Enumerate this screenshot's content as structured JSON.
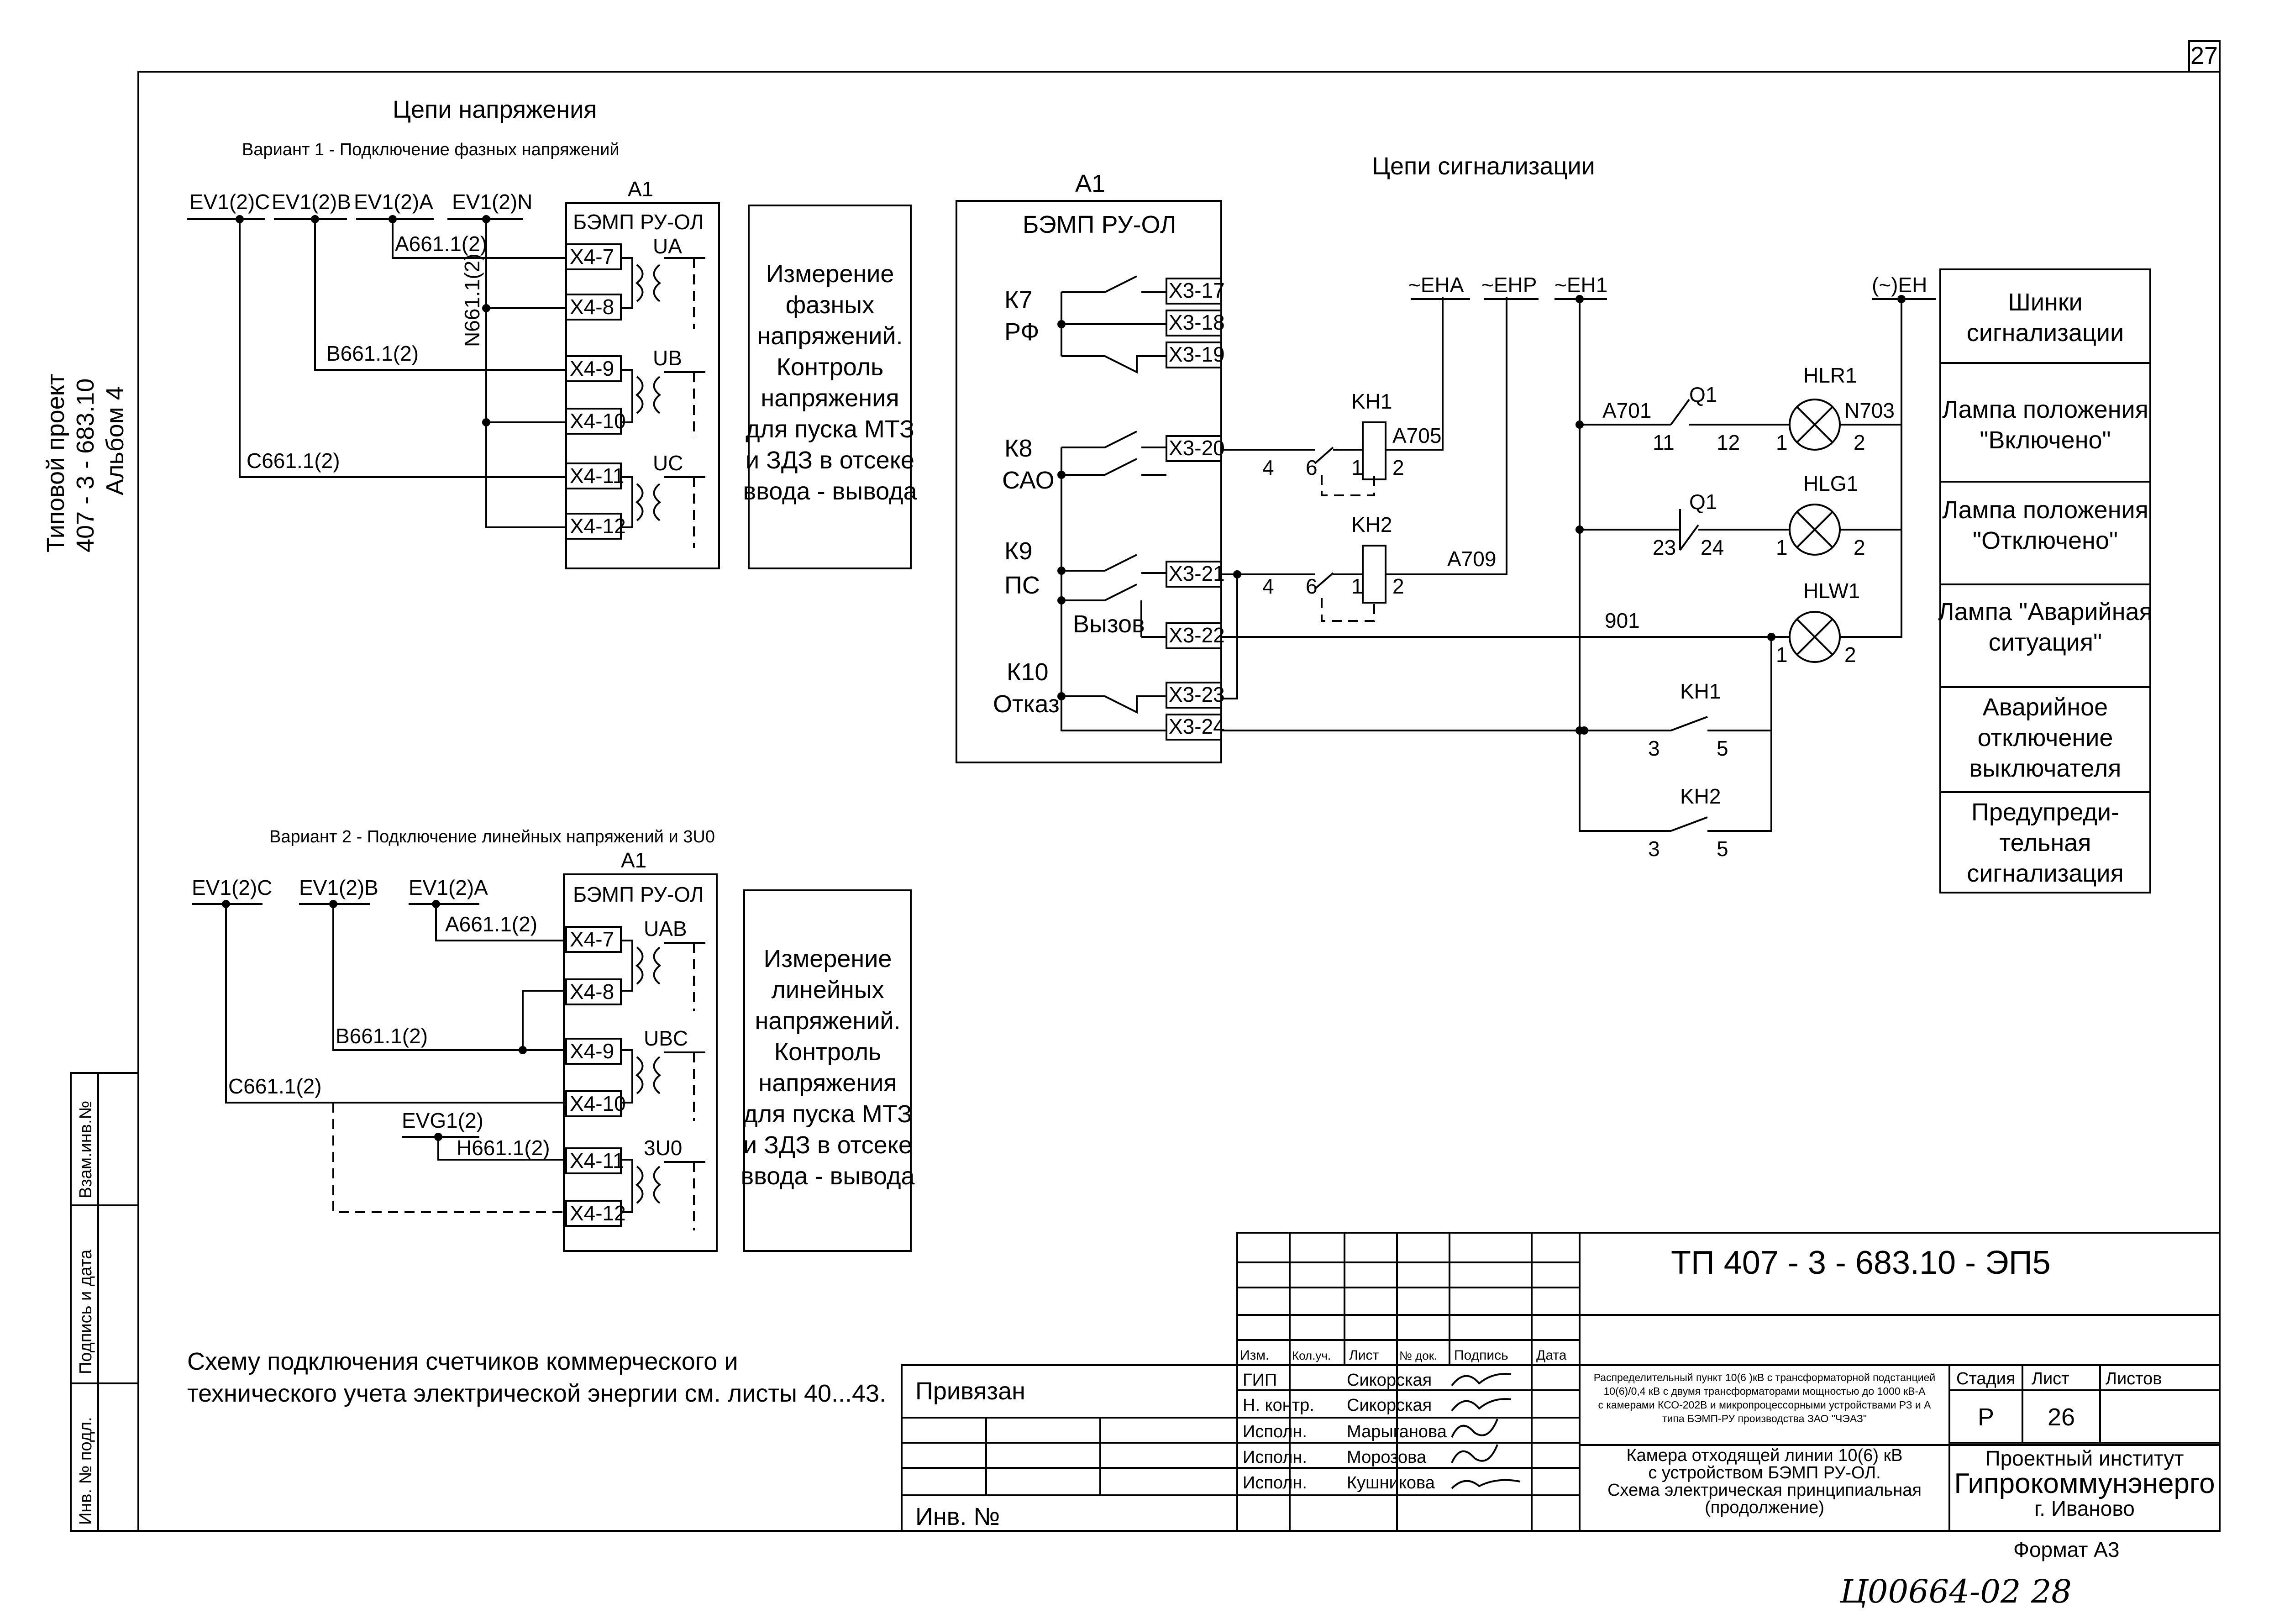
{
  "sheet_number": "27",
  "side": {
    "title_line1": "Типовой проект",
    "title_line2": "407 - 3 - 683.10",
    "title_line3": "Альбом  4",
    "stamp_vzam": "Взам.инв.№",
    "stamp_podp": "Подпись и дата",
    "stamp_inv": "Инв. № подл."
  },
  "voltage": {
    "title": "Цепи напряжения",
    "variant1": "Вариант 1 - Подключение фазных напряжений",
    "variant2": "Вариант 2 - Подключение линейных напряжений и 3U0",
    "bus_c": "EV1(2)C",
    "bus_b": "EV1(2)B",
    "bus_a": "EV1(2)A",
    "bus_n": "EV1(2)N",
    "wire_a": "A661.1(2)",
    "wire_b": "B661.1(2)",
    "wire_c": "C661.1(2)",
    "wire_n": "N661.1(2)",
    "wire_h": "H661.1(2)",
    "bus_evg": "EVG1(2)",
    "device": "A1",
    "device_name": "БЭМП РУ-ОЛ",
    "x47": "X4-7",
    "x48": "X4-8",
    "x49": "X4-9",
    "x410": "X4-10",
    "x411": "X4-11",
    "x412": "X4-12",
    "ua": "UA",
    "ub": "UB",
    "uc": "UC",
    "uab": "UAB",
    "ubc": "UBC",
    "u0": "3U0",
    "note1": [
      "Измерение",
      "фазных",
      "напряжений.",
      "Контроль",
      "напряжения",
      "для пуска МТЗ",
      "и ЗДЗ в отсеке",
      "ввода - вывода"
    ],
    "note2": [
      "Измерение",
      "линейных",
      "напряжений.",
      "Контроль",
      "напряжения",
      "для пуска МТЗ",
      "и ЗДЗ в отсеке",
      "ввода - вывода"
    ]
  },
  "signal": {
    "title": "Цепи сигнализации",
    "device": "A1",
    "device_name": "БЭМП РУ-ОЛ",
    "k7": "К7",
    "rf": "РФ",
    "k8": "К8",
    "sao": "САО",
    "k9": "К9",
    "ps": "ПС",
    "vyzov": "Вызов",
    "k10": "К10",
    "otkaz": "Отказ",
    "x317": "X3-17",
    "x318": "X3-18",
    "x319": "X3-19",
    "x320": "X3-20",
    "x321": "X3-21",
    "x322": "X3-22",
    "x323": "X3-23",
    "x324": "X3-24",
    "bus_eha": "~EHA",
    "bus_ehp": "~EHP",
    "bus_eh1": "~EH1",
    "bus_eh": "(~)EH",
    "kh1": "KH1",
    "kh2": "KH2",
    "a705": "A705",
    "a709": "A709",
    "a701": "A701",
    "q1": "Q1",
    "n703": "N703",
    "w901": "901",
    "hlr1": "HLR1",
    "hlg1": "HLG1",
    "hlw1": "HLW1",
    "n1": "1",
    "n2": "2",
    "n3": "3",
    "n4": "4",
    "n5": "5",
    "n6": "6",
    "n11": "11",
    "n12": "12",
    "n23": "23",
    "n24": "24"
  },
  "buses_table": [
    [
      "Шинки",
      "сигнализации"
    ],
    [
      "Лампа положения",
      "\"Включено\""
    ],
    [
      "Лампа положения",
      "\"Отключено\""
    ],
    [
      "Лампа \"Аварийная",
      "ситуация\""
    ],
    [
      "Аварийное",
      "отключение",
      "выключателя"
    ],
    [
      "Предупреди-",
      "тельная",
      "сигнализация"
    ]
  ],
  "footnote": [
    "Схему подключения счетчиков коммерческого и",
    "технического учета электрической энергии см. листы 40...43."
  ],
  "title_block": {
    "code": "ТП  407 - 3 - 683.10 - ЭП5",
    "privyazan": "Привязан",
    "inv": "Инв. №",
    "hdr": [
      "Изм.",
      "Кол.уч.",
      "Лист",
      "№ док.",
      "Подпись",
      "Дата"
    ],
    "roles": [
      "ГИП",
      "Н. контр.",
      "Исполн.",
      "Исполн.",
      "Исполн."
    ],
    "names": [
      "Сикорская",
      "Сикорская",
      "Марыганова",
      "Морозова",
      "Кушникова"
    ],
    "desc": [
      "Распределительный пункт 10(6 )кВ с трансформаторной подстанцией",
      "10(6)/0,4 кВ с двумя трансформаторами мощностью до 1000 кВ-А",
      "с камерами КСО-202В и микропроцессорными устройствами РЗ и А",
      "типа БЭМП-РУ  производства ЗАО \"ЧЭАЗ\""
    ],
    "stage_hdr": "Стадия",
    "sheet_hdr": "Лист",
    "sheets_hdr": "Листов",
    "stage": "Р",
    "sheet": "26",
    "subject": [
      "Камера отходящей линии 10(6) кВ",
      "с устройством БЭМП РУ-ОЛ.",
      "Схема электрическая принципиальная",
      "(продолжение)"
    ],
    "org1": "Проектный институт",
    "org2": "Гипрокоммунэнерго",
    "org3": "г. Иваново"
  },
  "format": "Формат А3",
  "archive": "Ц00664-02   28"
}
